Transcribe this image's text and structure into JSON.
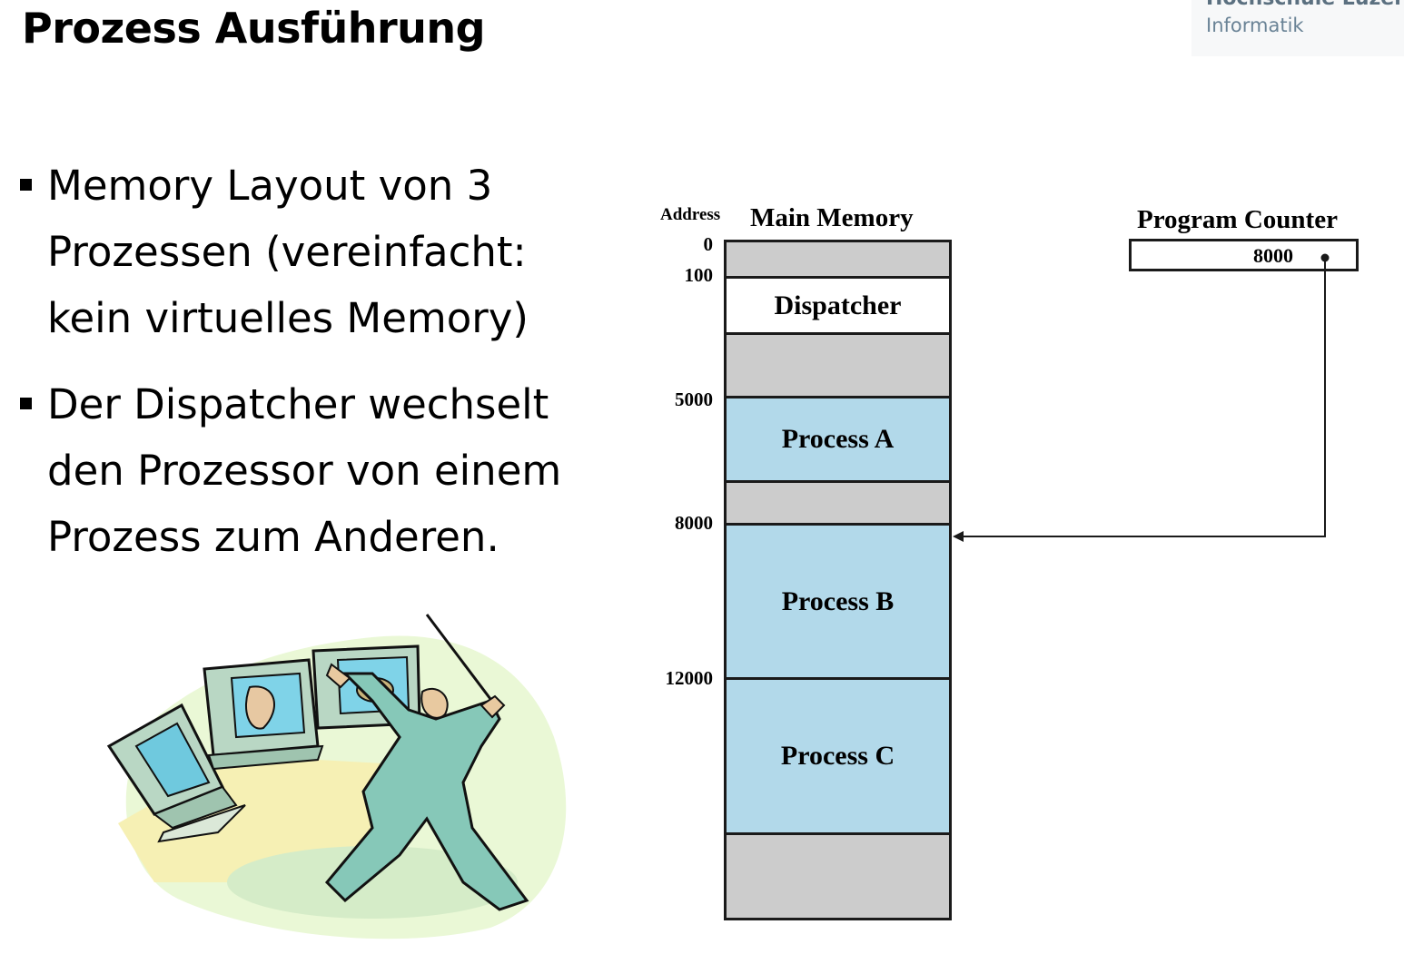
{
  "slide": {
    "title": "Prozess Ausführung",
    "logo": {
      "line1": "Hochschule Luzern",
      "line2": "Informatik"
    },
    "bullets": [
      {
        "text": "Memory Layout von 3\nProzessen (vereinfacht:\nkein virtuelles Memory)"
      },
      {
        "text": "Der Dispatcher wechselt\nden Prozessor von einem\nProzess zum Anderen."
      }
    ]
  },
  "diagram": {
    "address_header": "Address",
    "memory_header": "Main Memory",
    "pc_header": "Program Counter",
    "pc_value": "8000",
    "addresses": [
      "0",
      "100",
      "5000",
      "8000",
      "12000"
    ],
    "segments": {
      "dispatcher": "Dispatcher",
      "process_a": "Process A",
      "process_b": "Process B",
      "process_c": "Process C"
    },
    "colors": {
      "free": "#cccccc",
      "process": "#b2d9ea",
      "dispatcher": "#ffffff"
    }
  }
}
